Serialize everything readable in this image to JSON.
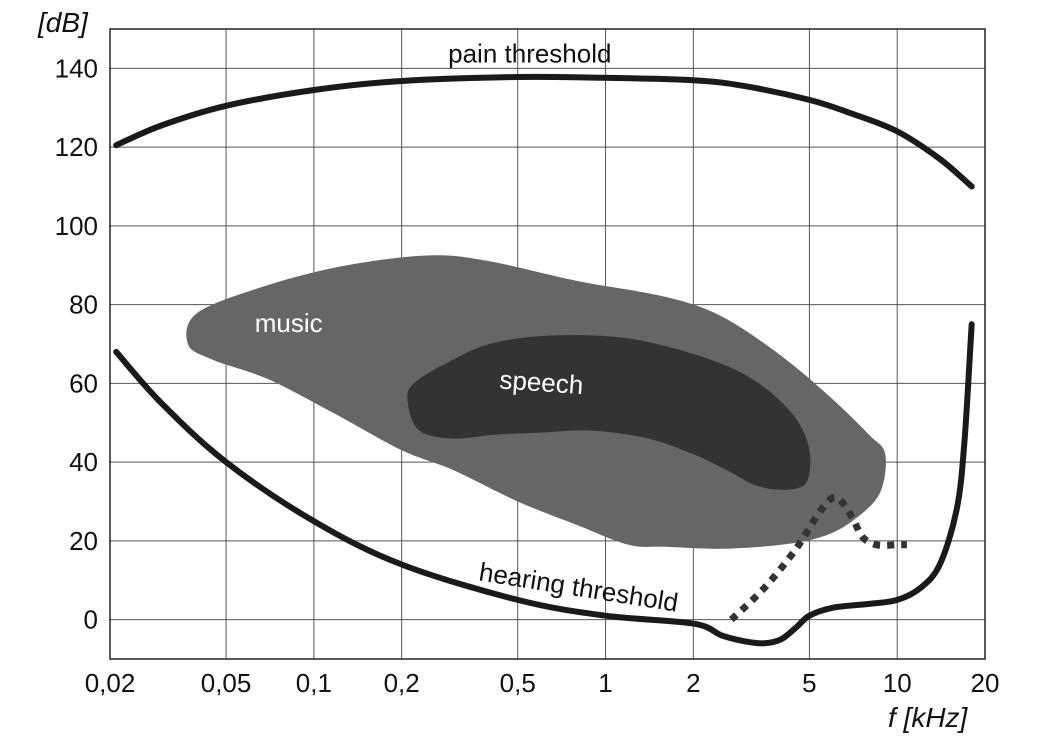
{
  "chart_data": {
    "type": "area",
    "xscale": "log",
    "xlim": [
      0.02,
      20
    ],
    "ylim": [
      -10,
      150
    ],
    "grid": true,
    "xlabel": "f [kHz]",
    "ylabel": "[dB]",
    "xticks": [
      {
        "value": 0.02,
        "label": "0,02"
      },
      {
        "value": 0.05,
        "label": "0,05"
      },
      {
        "value": 0.1,
        "label": "0,1"
      },
      {
        "value": 0.2,
        "label": "0,2"
      },
      {
        "value": 0.5,
        "label": "0,5"
      },
      {
        "value": 1,
        "label": "1"
      },
      {
        "value": 2,
        "label": "2"
      },
      {
        "value": 5,
        "label": "5"
      },
      {
        "value": 10,
        "label": "10"
      },
      {
        "value": 20,
        "label": "20"
      }
    ],
    "yticks": [
      {
        "value": 0,
        "label": "0"
      },
      {
        "value": 20,
        "label": "20"
      },
      {
        "value": 40,
        "label": "40"
      },
      {
        "value": 60,
        "label": "60"
      },
      {
        "value": 80,
        "label": "80"
      },
      {
        "value": 100,
        "label": "100"
      },
      {
        "value": 120,
        "label": "120"
      },
      {
        "value": 140,
        "label": "140"
      }
    ],
    "series": [
      {
        "name": "pain threshold",
        "style": "solid",
        "color": "#1a1a1a",
        "points": [
          [
            0.021,
            120.5
          ],
          [
            0.03,
            125.5
          ],
          [
            0.05,
            130.5
          ],
          [
            0.1,
            134.5
          ],
          [
            0.2,
            136.8
          ],
          [
            0.5,
            137.8
          ],
          [
            1,
            137.6
          ],
          [
            2,
            137
          ],
          [
            3,
            135.5
          ],
          [
            5,
            132
          ],
          [
            7,
            128.5
          ],
          [
            10,
            124
          ],
          [
            14,
            117
          ],
          [
            18,
            110
          ]
        ]
      },
      {
        "name": "hearing threshold",
        "style": "solid",
        "color": "#1a1a1a",
        "points": [
          [
            0.021,
            68
          ],
          [
            0.03,
            55
          ],
          [
            0.05,
            40
          ],
          [
            0.1,
            25
          ],
          [
            0.2,
            14
          ],
          [
            0.5,
            5
          ],
          [
            1,
            1
          ],
          [
            2,
            -1
          ],
          [
            2.5,
            -4
          ],
          [
            3,
            -5.5
          ],
          [
            3.5,
            -6
          ],
          [
            4,
            -5
          ],
          [
            4.5,
            -2
          ],
          [
            5,
            1
          ],
          [
            6,
            3
          ],
          [
            8,
            4
          ],
          [
            10,
            5
          ],
          [
            12,
            8
          ],
          [
            14,
            14
          ],
          [
            16,
            28
          ],
          [
            17,
            45
          ],
          [
            18,
            75
          ]
        ]
      },
      {
        "name": "",
        "style": "dotted",
        "color": "#333333",
        "points": [
          [
            2.7,
            0
          ],
          [
            3.5,
            8
          ],
          [
            4.5,
            18
          ],
          [
            5.5,
            28
          ],
          [
            6.2,
            31
          ],
          [
            7,
            26
          ],
          [
            7.6,
            21
          ],
          [
            8.5,
            19
          ],
          [
            10,
            19
          ],
          [
            10.8,
            19
          ]
        ]
      }
    ],
    "regions": [
      {
        "name": "music",
        "color": "#666666",
        "outline": [
          [
            0.037,
            70
          ],
          [
            0.04,
            78
          ],
          [
            0.07,
            85
          ],
          [
            0.13,
            90
          ],
          [
            0.25,
            92.5
          ],
          [
            0.4,
            91
          ],
          [
            0.8,
            86
          ],
          [
            1.6,
            82
          ],
          [
            2.5,
            77
          ],
          [
            4,
            67
          ],
          [
            6,
            56
          ],
          [
            8,
            47
          ],
          [
            9.1,
            42
          ],
          [
            8.7,
            32
          ],
          [
            7,
            25
          ],
          [
            5.5,
            21
          ],
          [
            4,
            19
          ],
          [
            2.5,
            18
          ],
          [
            1.6,
            18.5
          ],
          [
            1.2,
            19
          ],
          [
            0.8,
            24
          ],
          [
            0.5,
            30
          ],
          [
            0.3,
            38
          ],
          [
            0.2,
            43
          ],
          [
            0.12,
            52
          ],
          [
            0.07,
            61
          ],
          [
            0.045,
            66
          ]
        ]
      },
      {
        "name": "speech",
        "color": "#333333",
        "outline": [
          [
            0.21,
            55
          ],
          [
            0.22,
            60
          ],
          [
            0.3,
            66
          ],
          [
            0.4,
            70
          ],
          [
            0.6,
            72
          ],
          [
            1,
            72
          ],
          [
            1.5,
            70
          ],
          [
            2.5,
            65
          ],
          [
            3.5,
            59
          ],
          [
            4.5,
            51
          ],
          [
            5,
            43
          ],
          [
            4.9,
            35
          ],
          [
            4.2,
            33
          ],
          [
            3.3,
            34
          ],
          [
            2.6,
            38
          ],
          [
            2,
            42
          ],
          [
            1.4,
            46
          ],
          [
            0.9,
            48
          ],
          [
            0.6,
            47.5
          ],
          [
            0.42,
            47
          ],
          [
            0.3,
            46
          ],
          [
            0.23,
            48
          ]
        ]
      }
    ],
    "annotations": [
      {
        "text": "pain threshold",
        "x": 0.55,
        "y": 141.5,
        "rotate": 0
      },
      {
        "text": "music",
        "x": 0.082,
        "y": 73,
        "rotate": 0
      },
      {
        "text": "speech",
        "x": 0.6,
        "y": 58,
        "rotate": 4
      },
      {
        "text": "hearing threshold",
        "x": 0.8,
        "y": 6,
        "rotate": 9
      }
    ]
  }
}
